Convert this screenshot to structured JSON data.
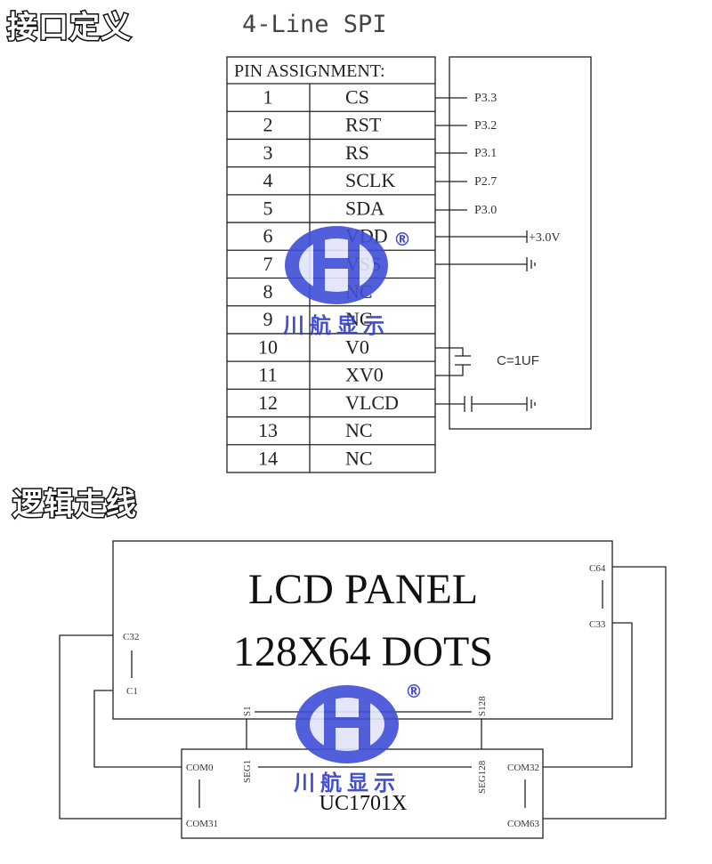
{
  "headings": {
    "interface": "接口定义",
    "logic": "逻辑走线"
  },
  "subtitle": "4-Line SPI",
  "pin_table": {
    "header": "PIN ASSIGNMENT:",
    "rows": [
      {
        "num": "1",
        "name": "CS"
      },
      {
        "num": "2",
        "name": "RST"
      },
      {
        "num": "3",
        "name": "RS"
      },
      {
        "num": "4",
        "name": "SCLK"
      },
      {
        "num": "5",
        "name": "SDA"
      },
      {
        "num": "6",
        "name": "VDD"
      },
      {
        "num": "7",
        "name": "VSS"
      },
      {
        "num": "8",
        "name": "NC"
      },
      {
        "num": "9",
        "name": "NC"
      },
      {
        "num": "10",
        "name": "V0"
      },
      {
        "num": "11",
        "name": "XV0"
      },
      {
        "num": "12",
        "name": "VLCD"
      },
      {
        "num": "13",
        "name": "NC"
      },
      {
        "num": "14",
        "name": "NC"
      }
    ]
  },
  "connections": {
    "cs": "P3.3",
    "rst": "P3.2",
    "rs": "P3.1",
    "sclk": "P2.7",
    "sda": "P3.0",
    "vdd": "+3.0V",
    "capacitor": "C=1UF"
  },
  "lcd_panel": {
    "title": "LCD PANEL",
    "dots": "128X64 DOTS",
    "c64": "C64",
    "c33": "C33",
    "c32": "C32",
    "c1": "C1",
    "s1": "S1",
    "s128": "S128"
  },
  "driver_ic": {
    "name": "UC1701X",
    "com0": "COM0",
    "com31": "COM31",
    "com32": "COM32",
    "com63": "COM63",
    "seg1": "SEG1",
    "seg128": "SEG128"
  },
  "watermark": {
    "text": "川航显示",
    "registered": "®",
    "color": "#2f3dc9"
  }
}
